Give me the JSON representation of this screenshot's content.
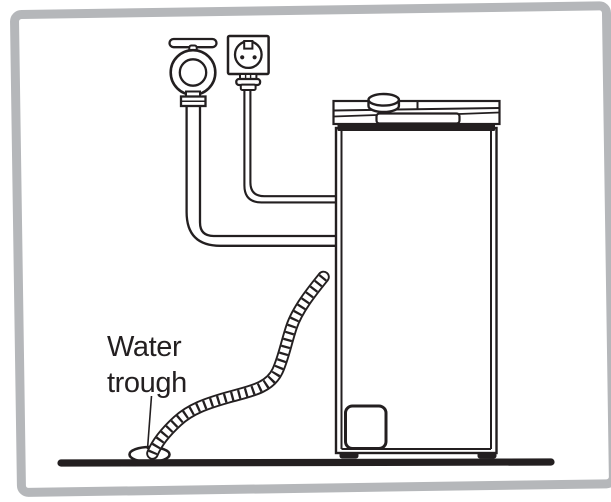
{
  "diagram": {
    "annotation": {
      "water_trough_label": "Water\ntrough"
    },
    "colors": {
      "line": "#231f20",
      "frame": "#b5b7ba",
      "background": "#ffffff"
    },
    "components": [
      "water-tap",
      "inlet-hose",
      "power-socket",
      "power-plug",
      "power-cable",
      "washing-machine",
      "drain-hose",
      "water-trough",
      "floor"
    ]
  }
}
